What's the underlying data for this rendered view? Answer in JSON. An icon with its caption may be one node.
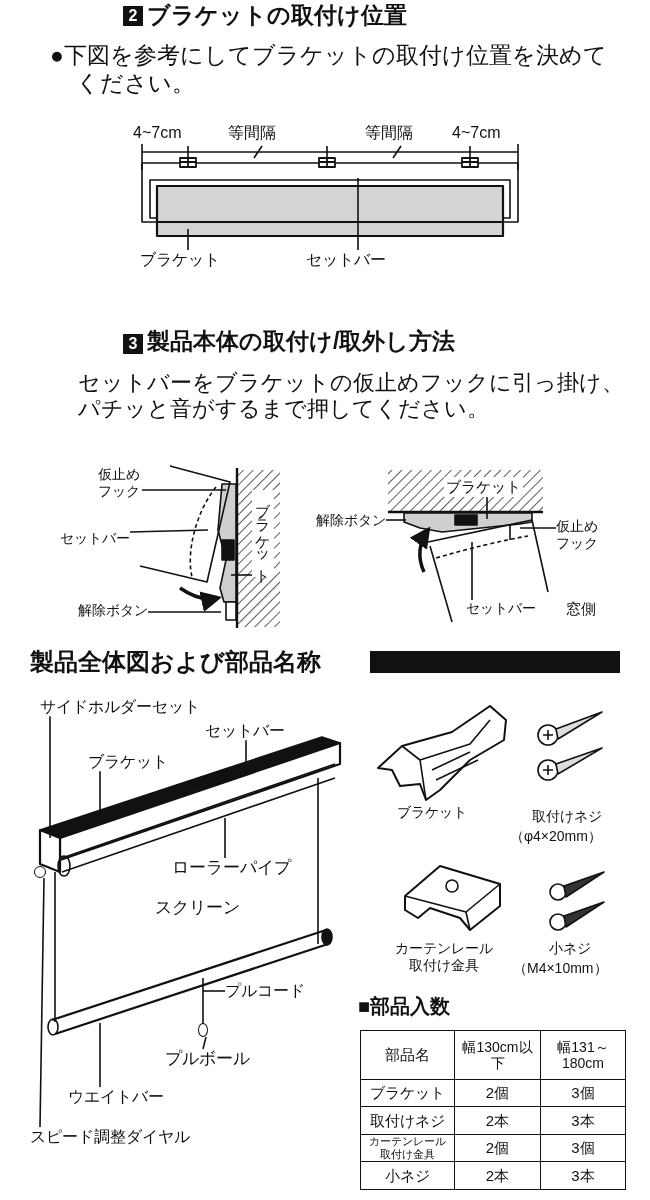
{
  "diagram": {
    "nodes": [
      {
        "text": [
          "ブラケット"
        ]
      },
      {
        "text": [
          "セットバー"
        ]
      },
      {
        "text": [
          "仮止めフック"
        ]
      },
      {
        "text": [
          "セットバー"
        ]
      },
      {
        "text": [
          "ブラケット"
        ]
      },
      {
        "text": [
          "解除ボタン"
        ]
      },
      {
        "text": [
          "ブラケット"
        ]
      },
      {
        "text": [
          "解除ボタン"
        ]
      },
      {
        "text": [
          "仮止めフック"
        ]
      },
      {
        "text": [
          "セットバー"
        ]
      },
      {
        "text": [
          "サイドホルダーセット"
        ]
      },
      {
        "text": [
          "セットバー"
        ]
      },
      {
        "text": [
          "ブラケット"
        ]
      },
      {
        "text": [
          "ローラーパイプ"
        ]
      },
      {
        "text": [
          "プルコード"
        ]
      },
      {
        "text": [
          "プルボール"
        ]
      },
      {
        "text": [
          "ウエイトバー"
        ]
      },
      {
        "text": [
          "スピード調整ダイヤル"
        ]
      },
      {
        "text": [],
        "shape": "circle"
      },
      {
        "text": [],
        "shape": "circle"
      }
    ],
    "edges": [
      {
        "from": 0,
        "to": null,
        "arrow": "none"
      },
      {
        "from": 1,
        "to": null,
        "arrow": "none"
      },
      {
        "from": 2,
        "to": null,
        "arrow": "none"
      },
      {
        "from": 3,
        "to": null,
        "arrow": "none"
      },
      {
        "from": 4,
        "to": null,
        "arrow": "none"
      },
      {
        "from": 5,
        "to": null,
        "arrow": "none"
      },
      {
        "from": 6,
        "to": null,
        "arrow": "none"
      },
      {
        "from": 7,
        "to": null,
        "arrow": "none"
      },
      {
        "from": 8,
        "to": null,
        "arrow": "none"
      },
      {
        "from": 9,
        "to": null,
        "arrow": "none"
      },
      {
        "from": 10,
        "to": null,
        "arrow": "none"
      },
      {
        "from": 11,
        "to": null,
        "arrow": "none"
      },
      {
        "from": 12,
        "to": null,
        "arrow": "none"
      },
      {
        "from": 13,
        "to": null,
        "arrow": "none"
      },
      {
        "from": 14,
        "to": null,
        "arrow": "none"
      },
      {
        "from": 15,
        "to": 19,
        "arrow": "none"
      },
      {
        "from": 16,
        "to": null,
        "arrow": "none"
      },
      {
        "from": 17,
        "to": 18,
        "arrow": "none"
      }
    ],
    "labels": [
      "2",
      "ブラケットの取付け位置",
      "●下図を参考にしてブラケットの取付け位置を決めてください。",
      "4~7cm",
      "等間隔",
      "等間隔",
      "4~7cm",
      "3",
      "製品本体の取付け/取外し方法",
      "セットバーをブラケットの仮止めフックに引っ掛け、パチッと音がするまで押してください。",
      "窓側",
      "製品全体図および部品名称",
      "スクリーン",
      "ブラケット",
      "取付けネジ",
      "（φ4×20mm）",
      "カーテンレール取付け金具",
      "小ネジ",
      "（M4×10mm）",
      "■部品入数",
      "部品名",
      "幅130cm以下",
      "幅131～180cm",
      "ブラケット",
      "2個",
      "3個",
      "取付けネジ",
      "2本",
      "3本",
      "カーテンレール取付け金具",
      "2個",
      "3個",
      "小ネジ",
      "2本",
      "3本"
    ]
  }
}
